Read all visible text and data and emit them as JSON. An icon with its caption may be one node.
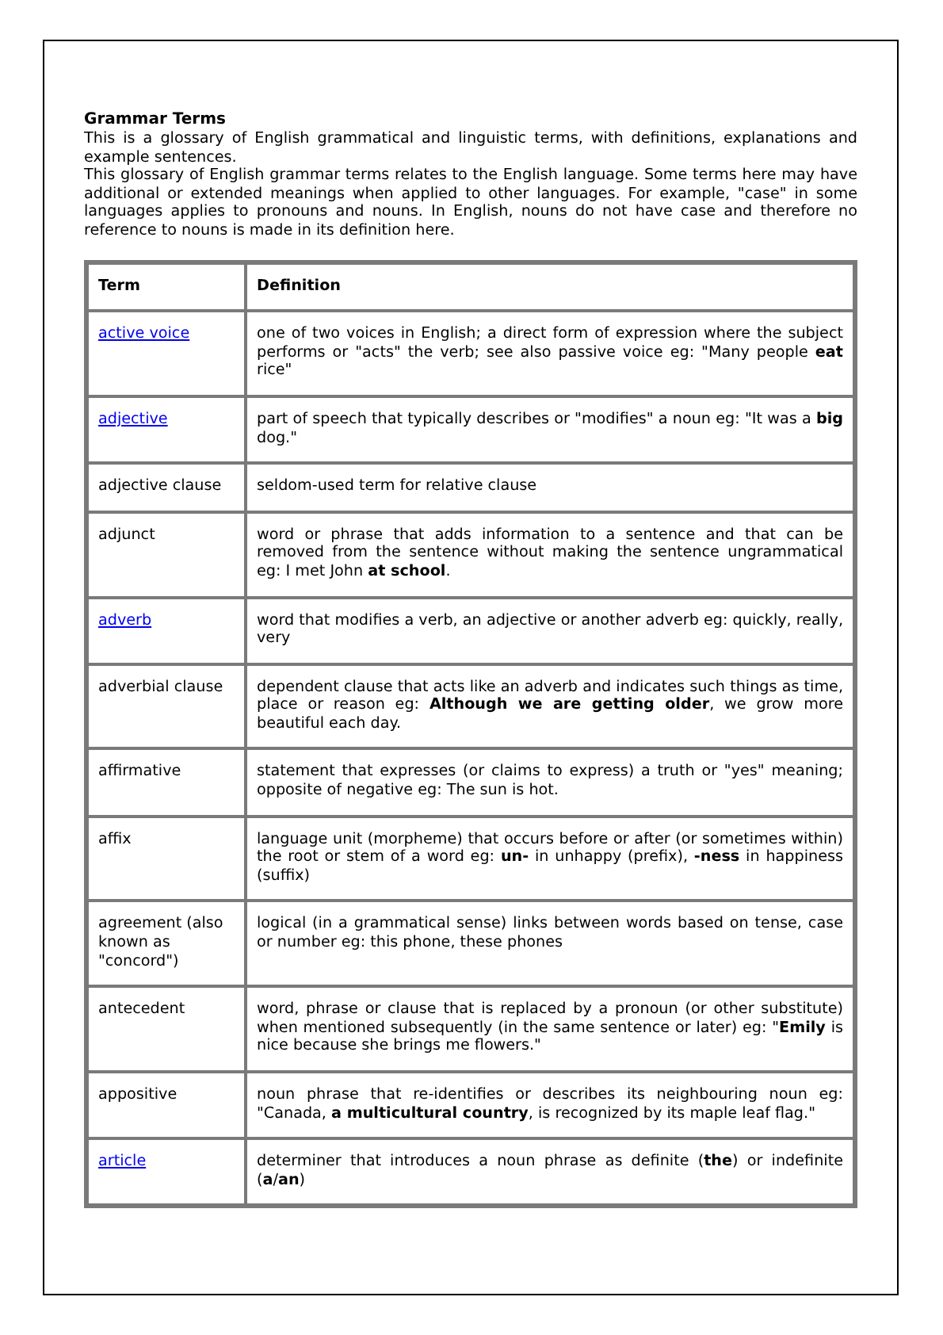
{
  "diagram": {
    "title": "Grammar Terms",
    "labels": [
      "This is a glossary of English grammatical and linguistic terms, with definitions, explanations and example sentences.",
      "This glossary of English grammar terms relates to the English language. Some terms here may have additional or extended meanings when applied to other languages. For example, \"case\" in some languages applies to pronouns and nouns. In English, nouns do not have case and therefore no reference to nouns is made in its definition here.",
      "Term",
      "Definition",
      "active voice",
      "one of two voices in English; a direct form of expression where the subject performs or \"acts\" the verb; see also passive voice eg: \"Many people **eat** rice\"",
      "adjective",
      "part of speech that typically describes or \"modifies\" a noun eg: \"It was a **big** dog.\"",
      "adjective clause",
      "seldom-used term for relative clause",
      "adjunct",
      "word or phrase that adds information to a sentence and that can be removed from the sentence without making the sentence ungrammatical eg: I met John **at school**.",
      "adverb",
      "word that modifies a verb, an adjective or another adverb eg: quickly, really, very",
      "adverbial clause",
      "dependent clause that acts like an adverb and indicates such things as time, place or reason eg: **Although we are getting older**, we grow more beautiful each day.",
      "affirmative",
      "statement that expresses (or claims to express) a truth or \"yes\" meaning; opposite of negative eg: The sun is hot.",
      "affix",
      "language unit (morpheme) that occurs before or after (or sometimes within) the root or stem of a word eg: **un-** in unhappy (prefix), **-ness** in happiness (suffix)",
      "agreement (also known as \"concord\")",
      "logical (in a grammatical sense) links between words based on tense, case or number eg: this phone, these phones",
      "antecedent",
      "word, phrase or clause that is replaced by a pronoun (or other substitute) when mentioned subsequently (in the same sentence or later) eg: \"**Emily** is nice because she brings me flowers.\"",
      "appositive",
      "noun phrase that re-identifies or describes its neighbouring noun eg: \"Canada, **a multicultural country**, is recognized by its maple leaf flag.\"",
      "article",
      "determiner that introduces a noun phrase as definite (**the**) or indefinite (**a**/**an**)"
    ]
  }
}
